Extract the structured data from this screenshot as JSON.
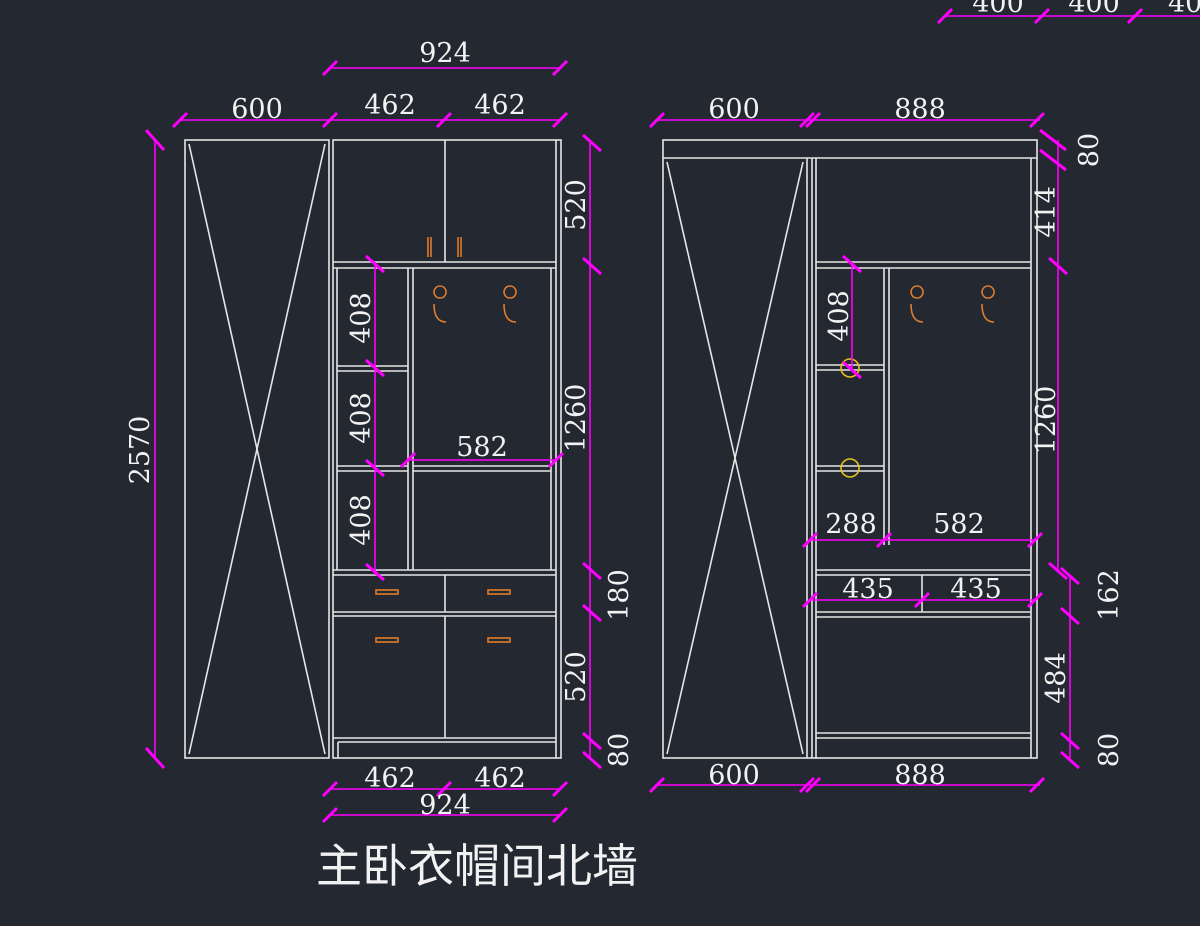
{
  "title": "主卧衣帽间北墙",
  "top_strip": [
    "400",
    "400",
    "40"
  ],
  "left_elevation": {
    "top_total": "924",
    "top_widths": [
      "600",
      "462",
      "462"
    ],
    "height_total": "2570",
    "right_heights": [
      "520",
      "1260",
      "180",
      "520",
      "80"
    ],
    "shelf_heights": [
      "408",
      "408",
      "408"
    ],
    "inner_width": "582",
    "bottom_widths": [
      "462",
      "462"
    ],
    "bottom_total": "924"
  },
  "right_elevation": {
    "top_widths": [
      "600",
      "888"
    ],
    "right_heights": [
      "80",
      "414",
      "1260",
      "162",
      "484",
      "80"
    ],
    "shelf_height": "408",
    "inner_widths": [
      "288",
      "582"
    ],
    "drawer_widths": [
      "435",
      "435"
    ],
    "bottom_widths": [
      "600",
      "888"
    ]
  }
}
